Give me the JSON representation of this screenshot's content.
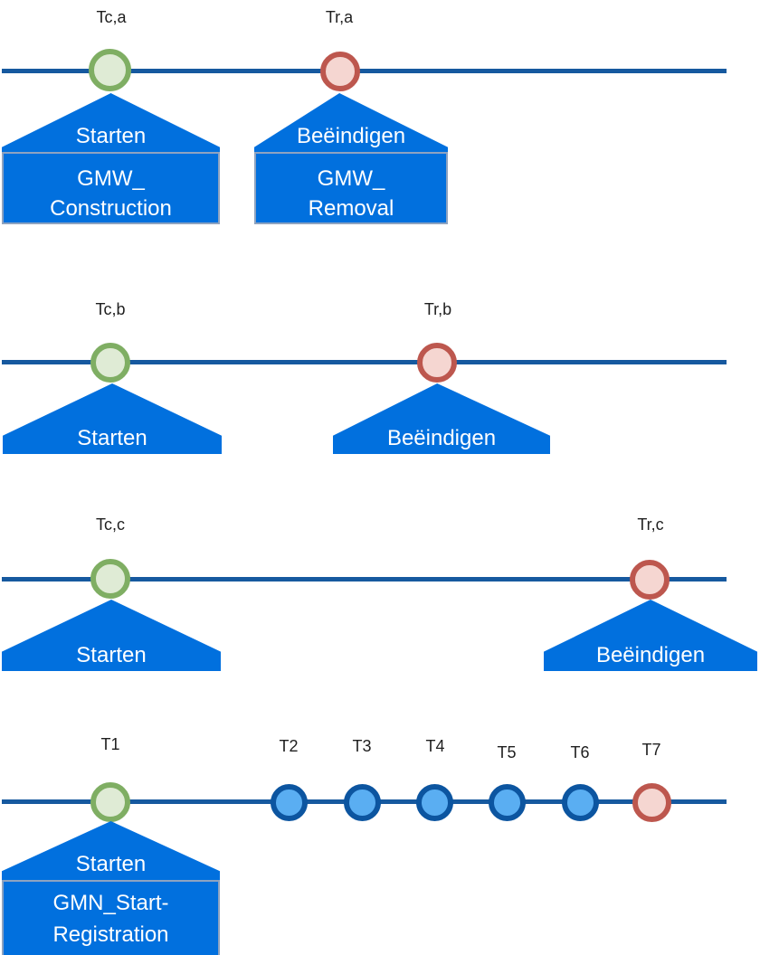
{
  "colors": {
    "timeline_line": "#16599F",
    "callout_blue": "#0170DE",
    "callout_box_border": "#8EA3C0",
    "start_event_stroke": "#7FAE63",
    "start_event_fill": "#DFEBD5",
    "end_event_stroke": "#BD574E",
    "end_event_fill": "#F5D6D1",
    "mid_event_stroke": "#0C55A0",
    "mid_event_fill": "#5AAEF2",
    "label_text": "#1F1F1F"
  },
  "timelines": [
    {
      "id": "a",
      "events": [
        {
          "label": "Tc,a",
          "kind": "start"
        },
        {
          "label": "Tr,a",
          "kind": "end"
        }
      ],
      "callouts": [
        {
          "tab": "Starten",
          "box": [
            "GMW_",
            "Construction"
          ]
        },
        {
          "tab": "Beëindigen",
          "box": [
            "GMW_",
            "Removal"
          ]
        }
      ]
    },
    {
      "id": "b",
      "events": [
        {
          "label": "Tc,b",
          "kind": "start"
        },
        {
          "label": "Tr,b",
          "kind": "end"
        }
      ],
      "callouts": [
        {
          "tab": "Starten"
        },
        {
          "tab": "Beëindigen"
        }
      ]
    },
    {
      "id": "c",
      "events": [
        {
          "label": "Tc,c",
          "kind": "start"
        },
        {
          "label": "Tr,c",
          "kind": "end"
        }
      ],
      "callouts": [
        {
          "tab": "Starten"
        },
        {
          "tab": "Beëindigen"
        }
      ]
    },
    {
      "id": "d",
      "events": [
        {
          "label": "T1",
          "kind": "start"
        },
        {
          "label": "T2",
          "kind": "mid"
        },
        {
          "label": "T3",
          "kind": "mid"
        },
        {
          "label": "T4",
          "kind": "mid"
        },
        {
          "label": "T5",
          "kind": "mid"
        },
        {
          "label": "T6",
          "kind": "mid"
        },
        {
          "label": "T7",
          "kind": "end"
        }
      ],
      "callouts": [
        {
          "tab": "Starten",
          "box": [
            "GMN_Start-",
            "Registration"
          ]
        }
      ]
    }
  ]
}
